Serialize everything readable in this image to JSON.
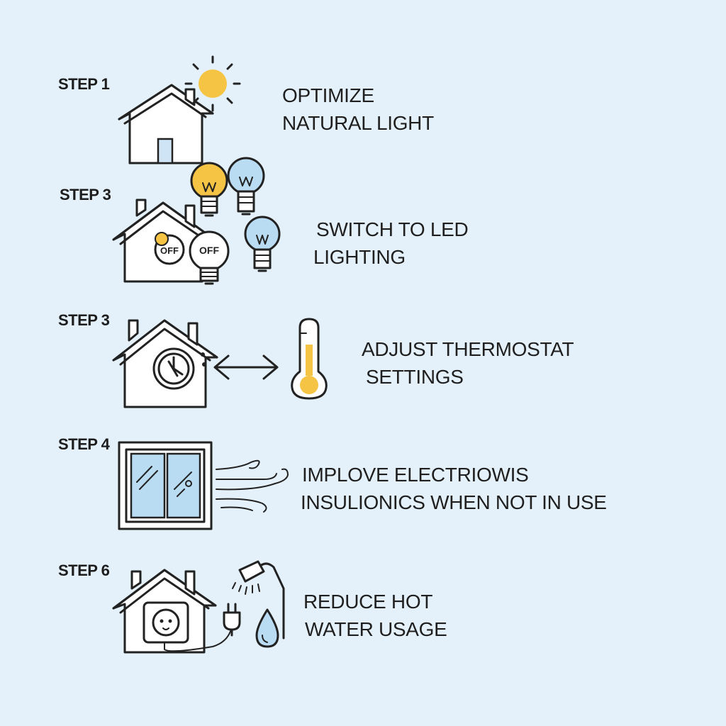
{
  "colors": {
    "background": "#e4f1fa",
    "accent_yellow": "#f5c445",
    "accent_blue": "#b9dcf2",
    "line": "#222222"
  },
  "steps": [
    {
      "step_label": "STEP 1",
      "title_line1": "OPTIMIZE",
      "title_line2": "NATURAL LIGHT",
      "icons": [
        "house-icon",
        "sun-icon"
      ]
    },
    {
      "step_label": "STEP 3",
      "title_line1": "SWITCH TO LED",
      "title_line2": "LIGHTING",
      "switch_text_1": "OFF",
      "switch_text_2": "OFF",
      "icons": [
        "house-icon",
        "light-bulb-icon",
        "off-switch-icon"
      ]
    },
    {
      "step_label": "STEP 3",
      "title_line1": "ADJUST THERMOSTAT",
      "title_line2": "SETTINGS",
      "icons": [
        "house-icon",
        "clock-icon",
        "double-arrow-icon",
        "thermometer-icon"
      ]
    },
    {
      "step_label": "STEP 4",
      "title_line1": "IMPLOVE ELECTRIOWIS",
      "title_line2": "INSULIONICS WHEN NOT IN USE",
      "icons": [
        "window-icon",
        "wind-icon"
      ]
    },
    {
      "step_label": "STEP 6",
      "title_line1": "REDUCE HOT",
      "title_line2": "WATER USAGE",
      "icons": [
        "house-icon",
        "power-outlet-icon",
        "plug-icon",
        "shower-icon",
        "water-drop-icon"
      ]
    }
  ]
}
